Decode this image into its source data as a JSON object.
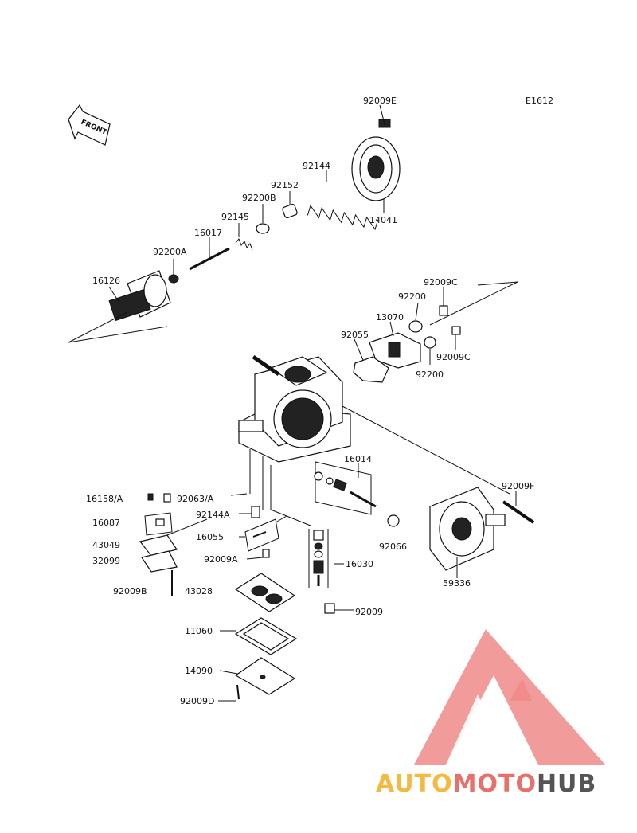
{
  "diagram_code": "E1612",
  "front_label": "FRONT",
  "labels": {
    "p92009E": "92009E",
    "p14041": "14041",
    "p92144": "92144",
    "p92152": "92152",
    "p92200B": "92200B",
    "p92145": "92145",
    "p16017": "16017",
    "p92200A": "92200A",
    "p16126": "16126",
    "p92009C_top": "92009C",
    "p92200_top": "92200",
    "p13070": "13070",
    "p92055": "92055",
    "p92009C_bot": "92009C",
    "p92200_bot": "92200",
    "p16014": "16014",
    "p92009F": "92009F",
    "p16158A": "16158/A",
    "p92063A": "92063/A",
    "p92144A": "92144A",
    "p16087": "16087",
    "p16055": "16055",
    "p43049": "43049",
    "p92009A": "92009A",
    "p32099": "32099",
    "p92009B": "92009B",
    "p43028": "43028",
    "p92066": "92066",
    "p16030": "16030",
    "p59336": "59336",
    "p92009": "92009",
    "p11060": "11060",
    "p14090": "14090",
    "p92009D": "92009D"
  },
  "watermark": {
    "part1": "AUTO",
    "part2": "MOTO",
    "part3": "HUB",
    "color1": "#f5b841",
    "color2": "#e8706a",
    "color3": "#555555",
    "logo_color": "#f08a8a"
  }
}
